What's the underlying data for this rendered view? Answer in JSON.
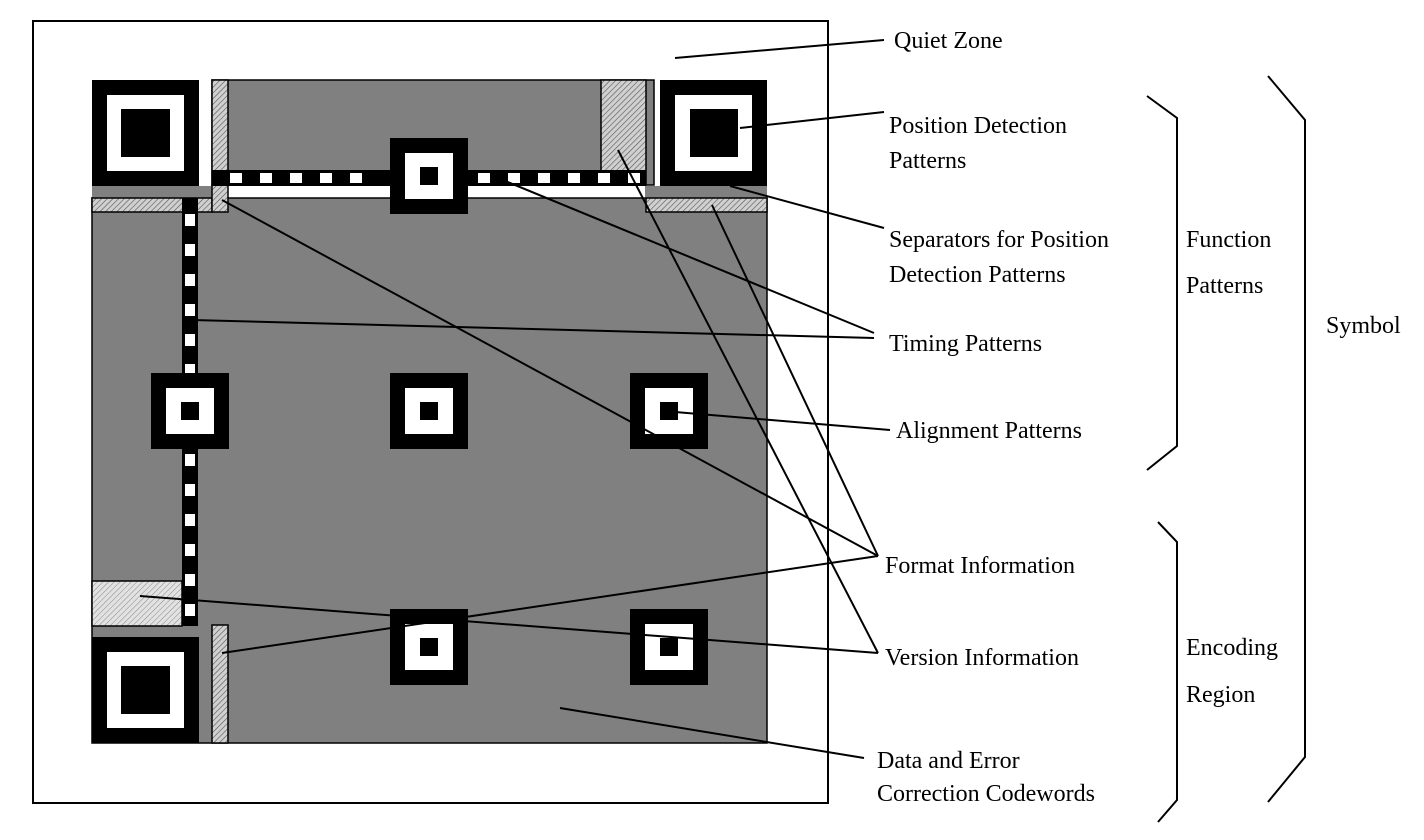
{
  "labels": {
    "quiet_zone": "Quiet Zone",
    "position_detection": [
      "Position Detection",
      "Patterns"
    ],
    "separators": [
      "Separators for Position",
      "Detection Patterns"
    ],
    "timing": "Timing Patterns",
    "alignment": "Alignment Patterns",
    "format_info": "Format Information",
    "version_info": "Version Information",
    "data_ecc": [
      "Data and Error",
      "Correction Codewords"
    ]
  },
  "groups": {
    "function_patterns": [
      "Function",
      "Patterns"
    ],
    "encoding_region": [
      "Encoding",
      "Region"
    ],
    "symbol": "Symbol"
  },
  "colors": {
    "encoding_region": "#808080",
    "module_dark": "#000000",
    "module_light": "#ffffff",
    "format_hatch": "#a0a0a0",
    "version_hatch": "#c0c0c0"
  }
}
